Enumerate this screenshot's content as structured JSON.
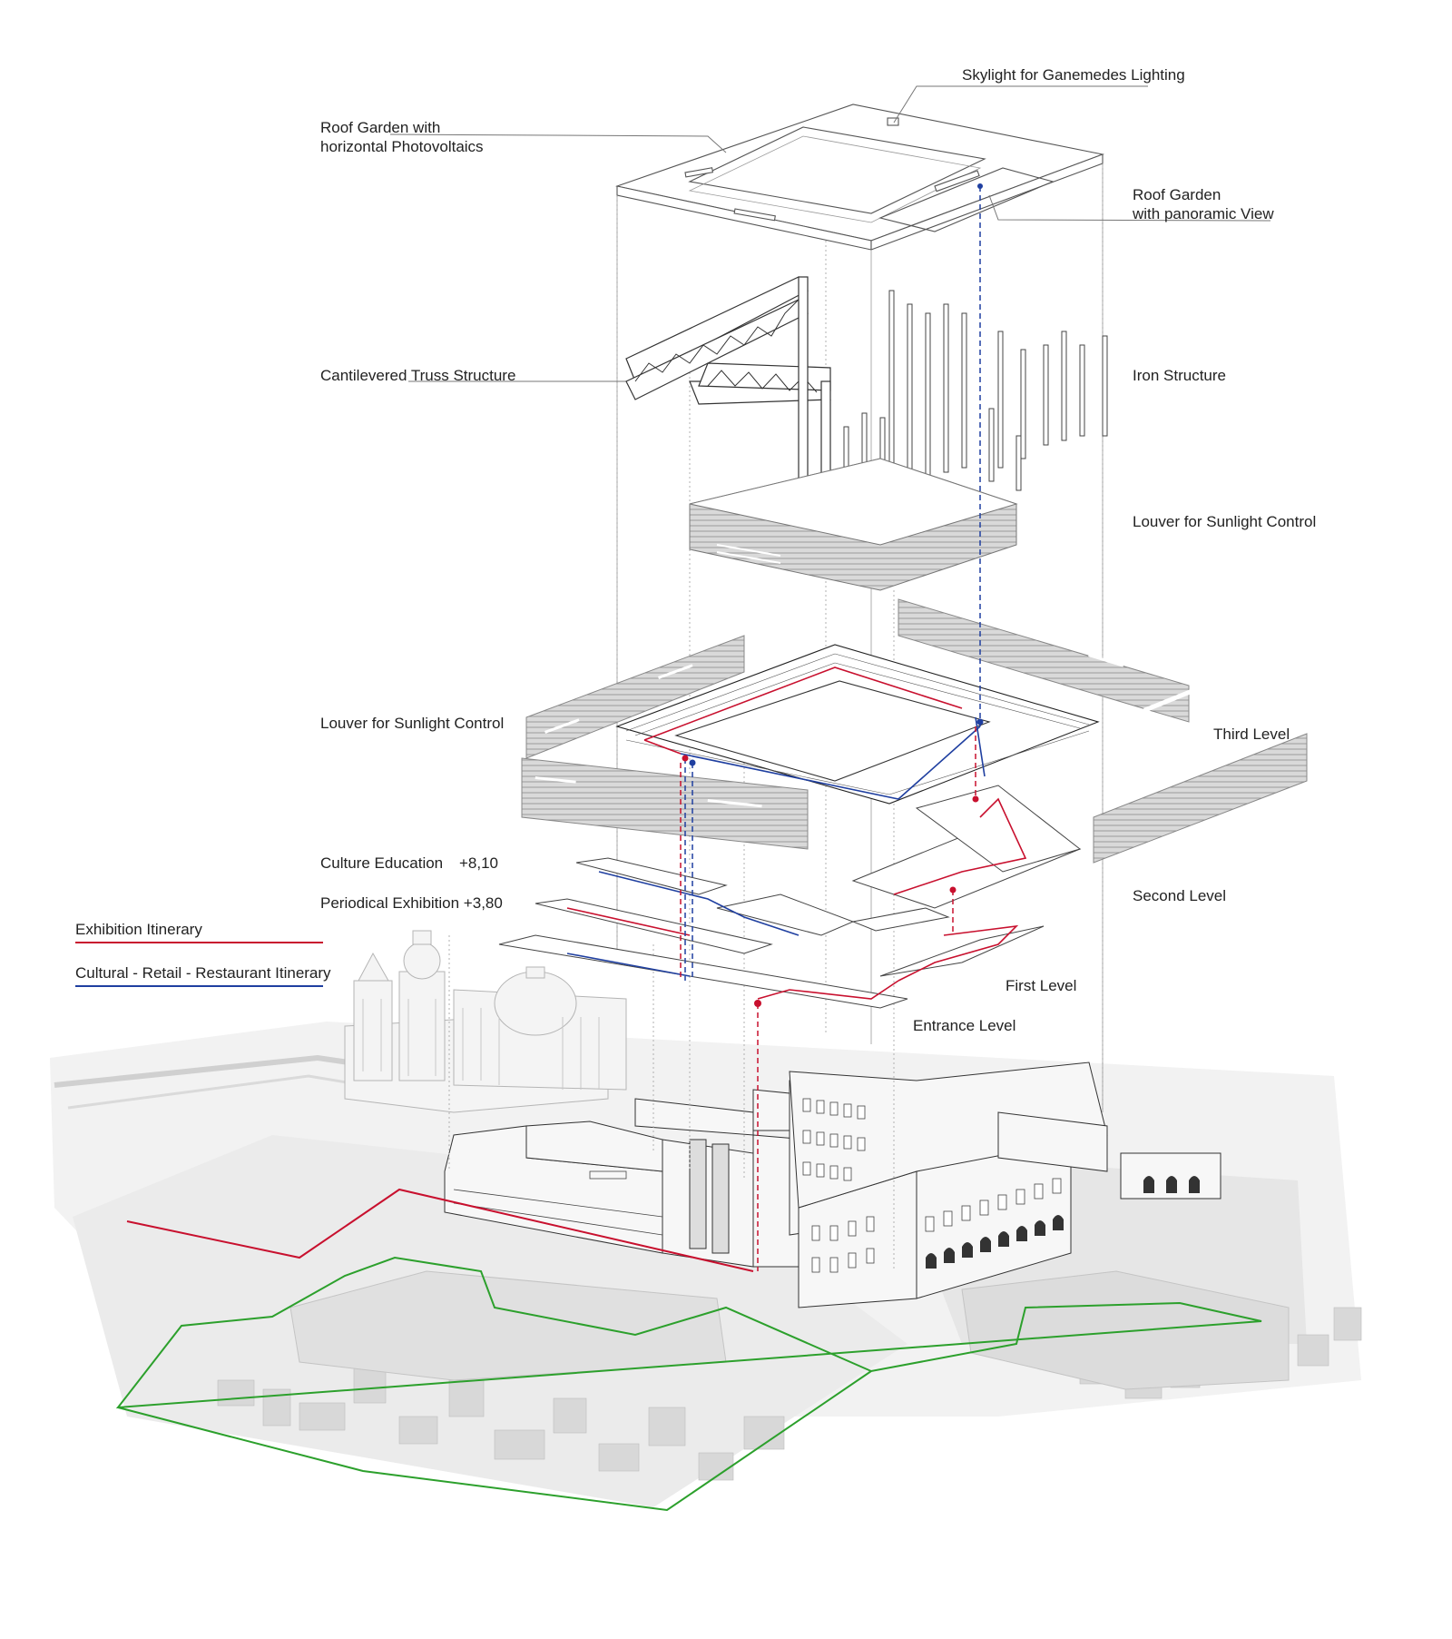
{
  "labels": {
    "skylight": "Skylight for Ganemedes Lighting",
    "roof_garden_pv": [
      "Roof Garden with",
      "horizontal Photovoltaics"
    ],
    "roof_garden_view": [
      "Roof Garden",
      "with panoramic View"
    ],
    "truss": "Cantilevered Truss Structure",
    "iron": "Iron Structure",
    "louver_upper": "Louver for Sunlight Control",
    "louver_lower": "Louver for Sunlight Control",
    "third_level": "Third Level",
    "culture_education": "Culture Education",
    "culture_education_height": "+8,10",
    "periodical_exhibition": "Periodical Exhibition +3,80",
    "second_level": "Second  Level",
    "first_level": "First  Level",
    "entrance_level": "Entrance Level"
  },
  "legend": {
    "exhibition": {
      "label": "Exhibition Itinerary",
      "color": "#c8102e"
    },
    "cultural": {
      "label": "Cultural - Retail - Restaurant Itinerary",
      "color": "#1f3fa0"
    }
  },
  "colors": {
    "line": "#555555",
    "light_line": "#9a9a9a",
    "louver_fill": "#d4d4d4",
    "ground": "#ececec",
    "path_green": "#2ca02c"
  }
}
